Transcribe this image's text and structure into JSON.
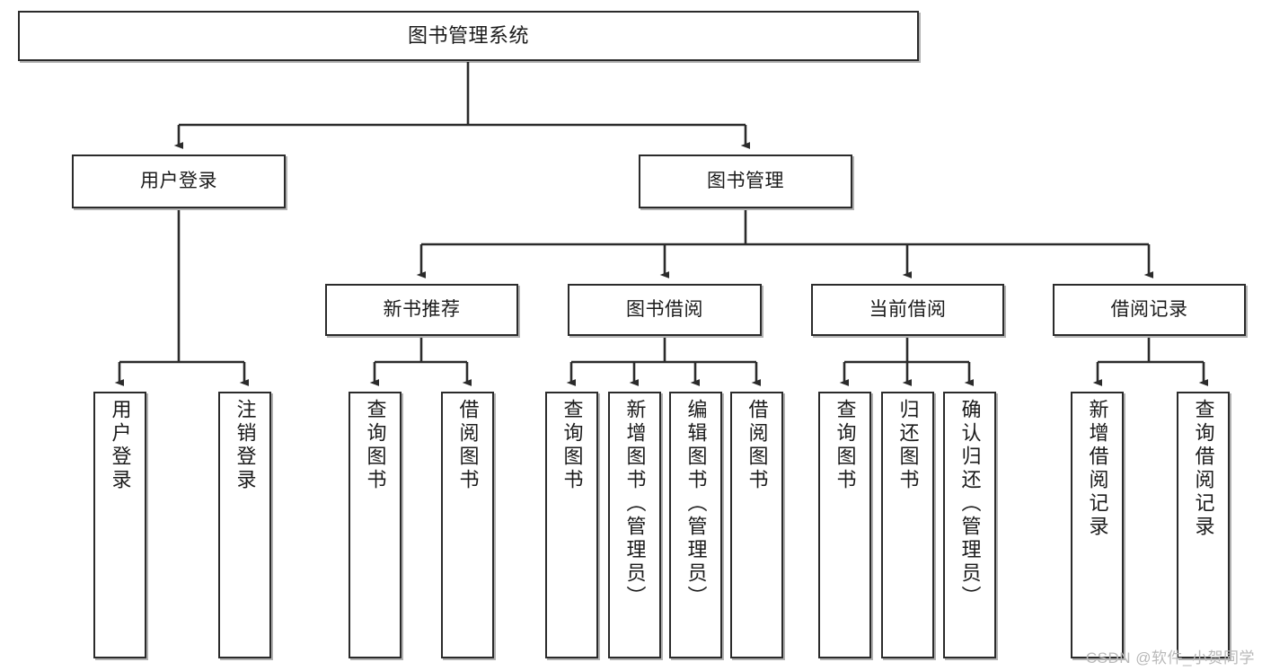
{
  "diagram": {
    "title": "图书管理系统",
    "type": "tree-hierarchy",
    "colors": {
      "box_border": "#2b2b2b",
      "box_fill": "#ffffff",
      "connector": "#2b2b2b",
      "text": "#1b1b1b",
      "watermark": "#b9b9b9"
    },
    "levels": {
      "root": {
        "label": "图书管理系统"
      },
      "level2": [
        {
          "label": "用户登录"
        },
        {
          "label": "图书管理"
        }
      ],
      "level3": [
        {
          "label": "新书推荐"
        },
        {
          "label": "图书借阅"
        },
        {
          "label": "当前借阅"
        },
        {
          "label": "借阅记录"
        }
      ],
      "leaves": {
        "user_login": [
          {
            "label": "用户登录"
          },
          {
            "label": "注销登录"
          }
        ],
        "new_book_recommend": [
          {
            "label": "查询图书"
          },
          {
            "label": "借阅图书"
          }
        ],
        "book_borrow": [
          {
            "label": "查询图书"
          },
          {
            "label": "新增图书（管理员）"
          },
          {
            "label": "编辑图书（管理员）"
          },
          {
            "label": "借阅图书"
          }
        ],
        "current_borrow": [
          {
            "label": "查询图书"
          },
          {
            "label": "归还图书"
          },
          {
            "label": "确认归还（管理员）"
          }
        ],
        "borrow_record": [
          {
            "label": "新增借阅记录"
          },
          {
            "label": "查询借阅记录"
          }
        ]
      }
    }
  },
  "watermark": {
    "text": "CSDN @软件_小贺同学"
  }
}
